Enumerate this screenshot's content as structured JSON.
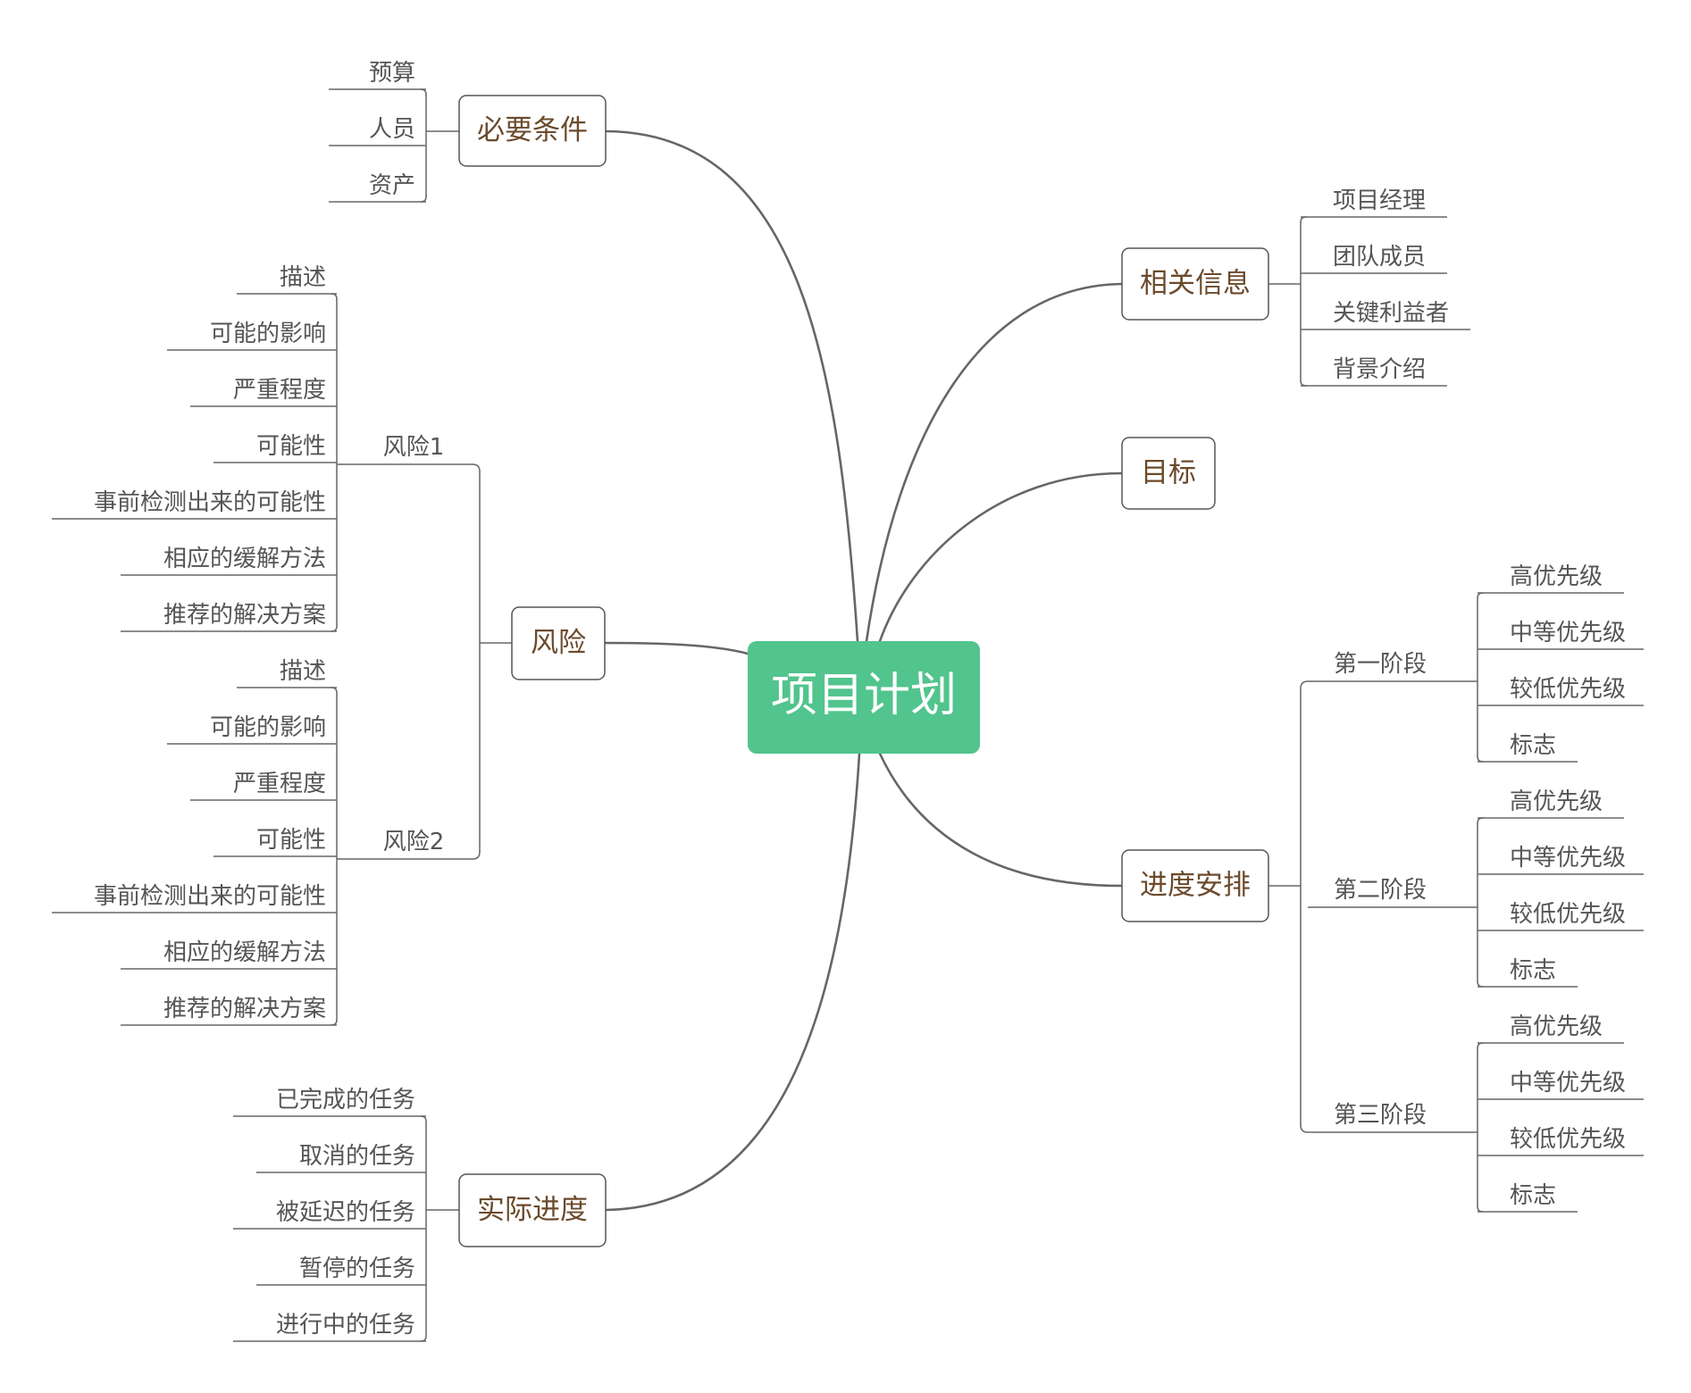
{
  "root": {
    "label": "项目计划",
    "color": "#52c48d",
    "text_color": "#ffffff"
  },
  "line_color": "#666666",
  "topic_text_color": "#6b4a2c",
  "leaf_text_color": "#555555",
  "branches": [
    {
      "id": "prerequisites",
      "label": "必要条件",
      "children": [
        {
          "label": "预算"
        },
        {
          "label": "人员"
        },
        {
          "label": "资产"
        }
      ]
    },
    {
      "id": "risk",
      "label": "风险",
      "children": [
        {
          "label": "风险1",
          "children": [
            {
              "label": "描述"
            },
            {
              "label": "可能的影响"
            },
            {
              "label": "严重程度"
            },
            {
              "label": "可能性"
            },
            {
              "label": "事前检测出来的可能性"
            },
            {
              "label": "相应的缓解方法"
            },
            {
              "label": "推荐的解决方案"
            }
          ]
        },
        {
          "label": "风险2",
          "children": [
            {
              "label": "描述"
            },
            {
              "label": "可能的影响"
            },
            {
              "label": "严重程度"
            },
            {
              "label": "可能性"
            },
            {
              "label": "事前检测出来的可能性"
            },
            {
              "label": "相应的缓解方法"
            },
            {
              "label": "推荐的解决方案"
            }
          ]
        }
      ]
    },
    {
      "id": "progress",
      "label": "实际进度",
      "children": [
        {
          "label": "已完成的任务"
        },
        {
          "label": "取消的任务"
        },
        {
          "label": "被延迟的任务"
        },
        {
          "label": "暂停的任务"
        },
        {
          "label": "进行中的任务"
        }
      ]
    },
    {
      "id": "info",
      "label": "相关信息",
      "children": [
        {
          "label": "项目经理"
        },
        {
          "label": "团队成员"
        },
        {
          "label": "关键利益者"
        },
        {
          "label": "背景介绍"
        }
      ]
    },
    {
      "id": "goal",
      "label": "目标",
      "children": []
    },
    {
      "id": "schedule",
      "label": "进度安排",
      "children": [
        {
          "label": "第一阶段",
          "children": [
            {
              "label": "高优先级"
            },
            {
              "label": "中等优先级"
            },
            {
              "label": "较低优先级"
            },
            {
              "label": "标志"
            }
          ]
        },
        {
          "label": "第二阶段",
          "children": [
            {
              "label": "高优先级"
            },
            {
              "label": "中等优先级"
            },
            {
              "label": "较低优先级"
            },
            {
              "label": "标志"
            }
          ]
        },
        {
          "label": "第三阶段",
          "children": [
            {
              "label": "高优先级"
            },
            {
              "label": "中等优先级"
            },
            {
              "label": "较低优先级"
            },
            {
              "label": "标志"
            }
          ]
        }
      ]
    }
  ]
}
